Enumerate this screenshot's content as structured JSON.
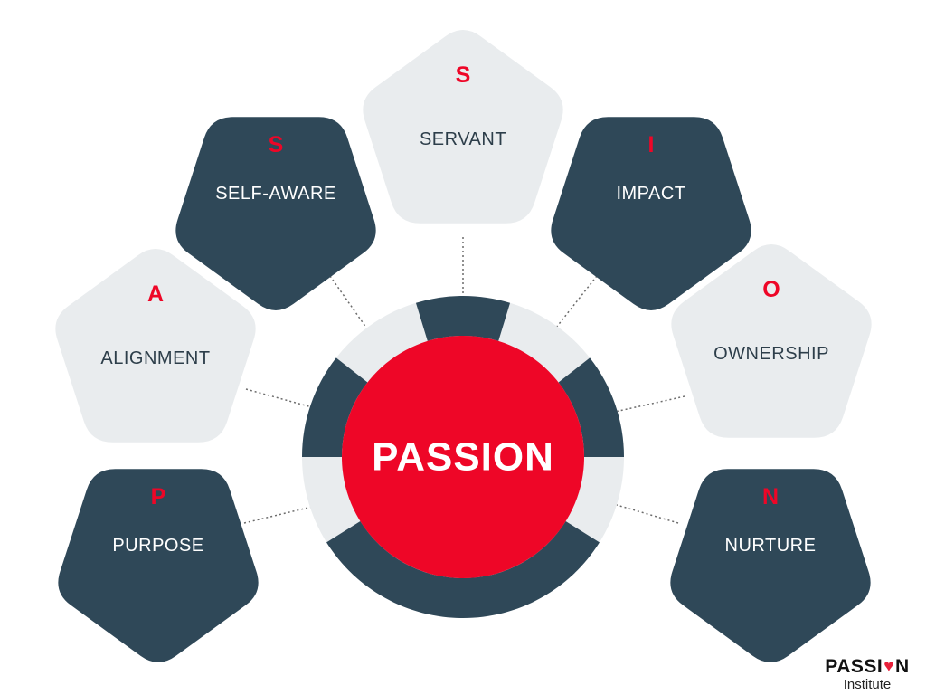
{
  "colors": {
    "dark": "#2f4858",
    "light": "#e9ecee",
    "accent": "#ee0627",
    "light_text": "#2d3e4a",
    "dark_text": "#ffffff"
  },
  "center": {
    "title": "PASSION"
  },
  "shapes": [
    {
      "letter": "P",
      "word": "PURPOSE",
      "tone": "dark"
    },
    {
      "letter": "A",
      "word": "ALIGNMENT",
      "tone": "light"
    },
    {
      "letter": "S",
      "word": "SELF-AWARE",
      "tone": "dark"
    },
    {
      "letter": "S",
      "word": "SERVANT",
      "tone": "light"
    },
    {
      "letter": "I",
      "word": "IMPACT",
      "tone": "dark"
    },
    {
      "letter": "O",
      "word": "OWNERSHIP",
      "tone": "light"
    },
    {
      "letter": "N",
      "word": "NURTURE",
      "tone": "dark"
    }
  ],
  "logo": {
    "word_left": "PASSI",
    "word_right": "N",
    "sub": "Institute",
    "heart_icon": "heart-icon"
  }
}
